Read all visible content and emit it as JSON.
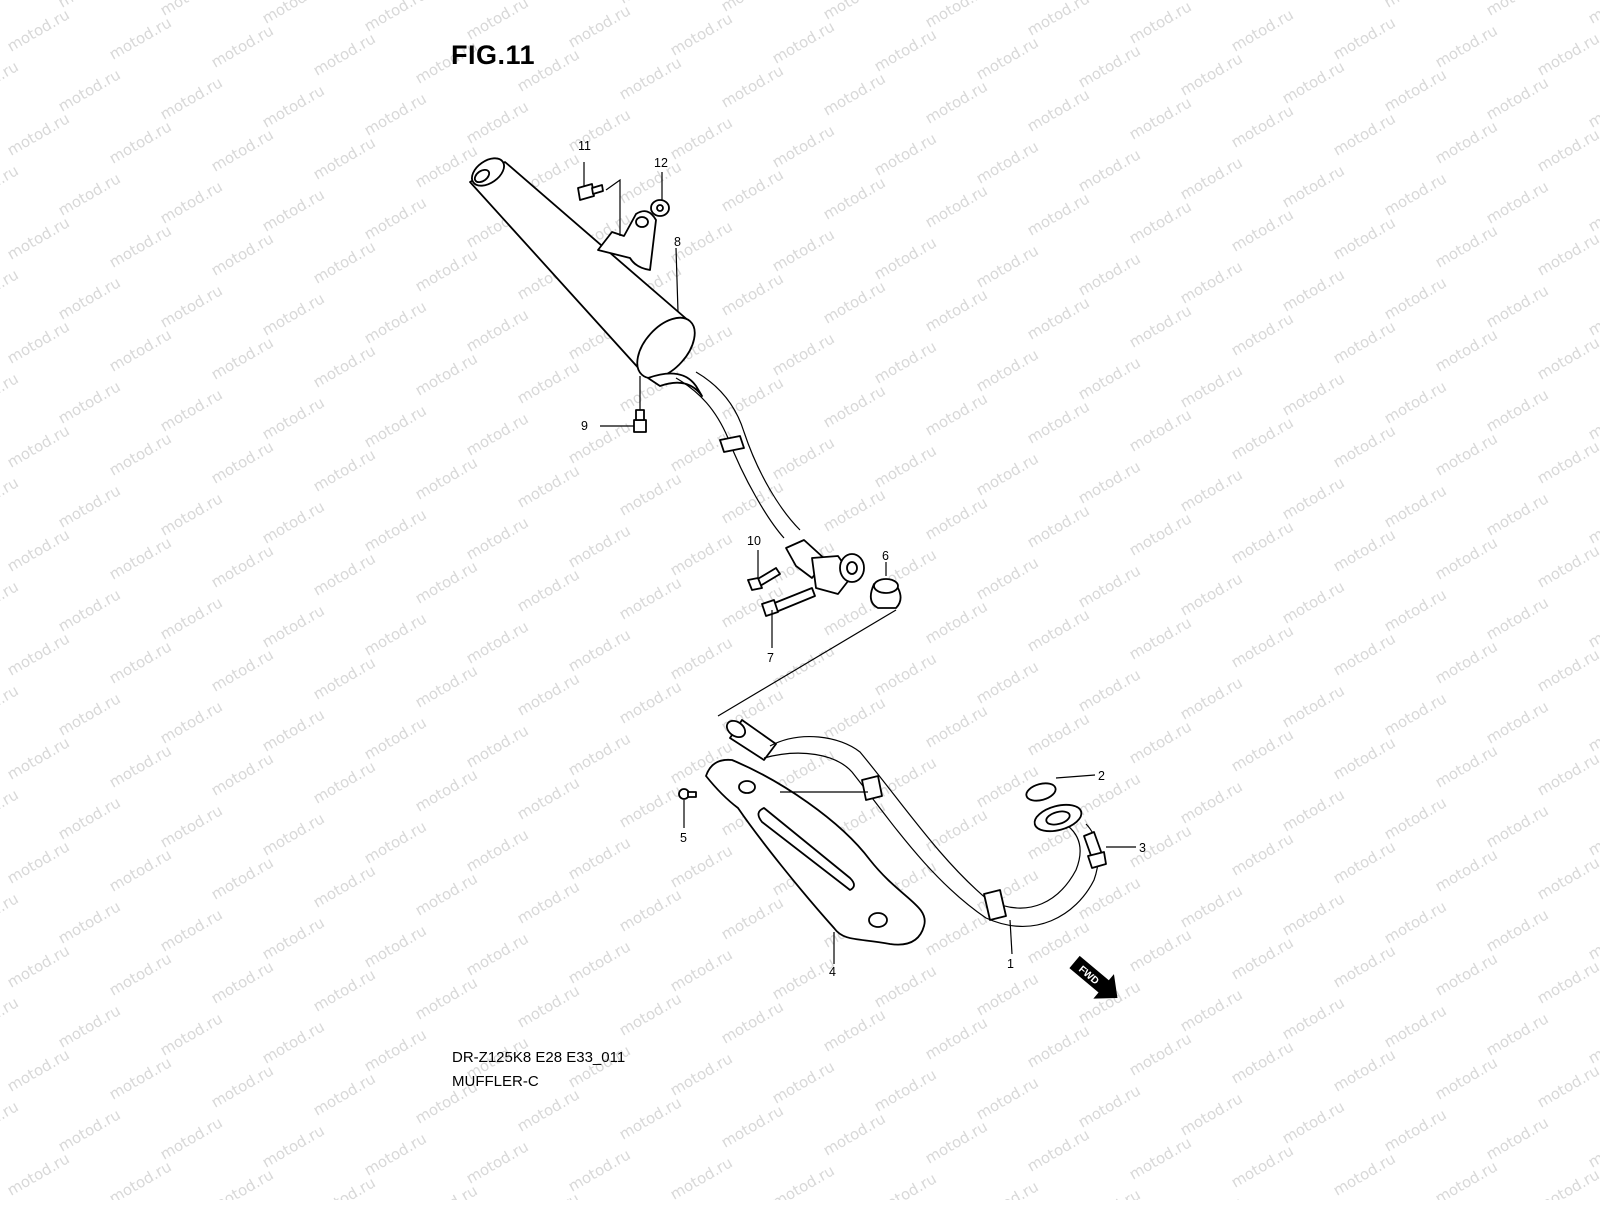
{
  "figure": {
    "title": "FIG.11",
    "code": "DR-Z125K8 E28 E33_011",
    "name": "MUFFLER-C",
    "watermark": "motod.ru",
    "fwd_label": "FWD"
  },
  "callouts": [
    "1",
    "2",
    "3",
    "4",
    "5",
    "6",
    "7",
    "8",
    "9",
    "10",
    "11",
    "12"
  ]
}
